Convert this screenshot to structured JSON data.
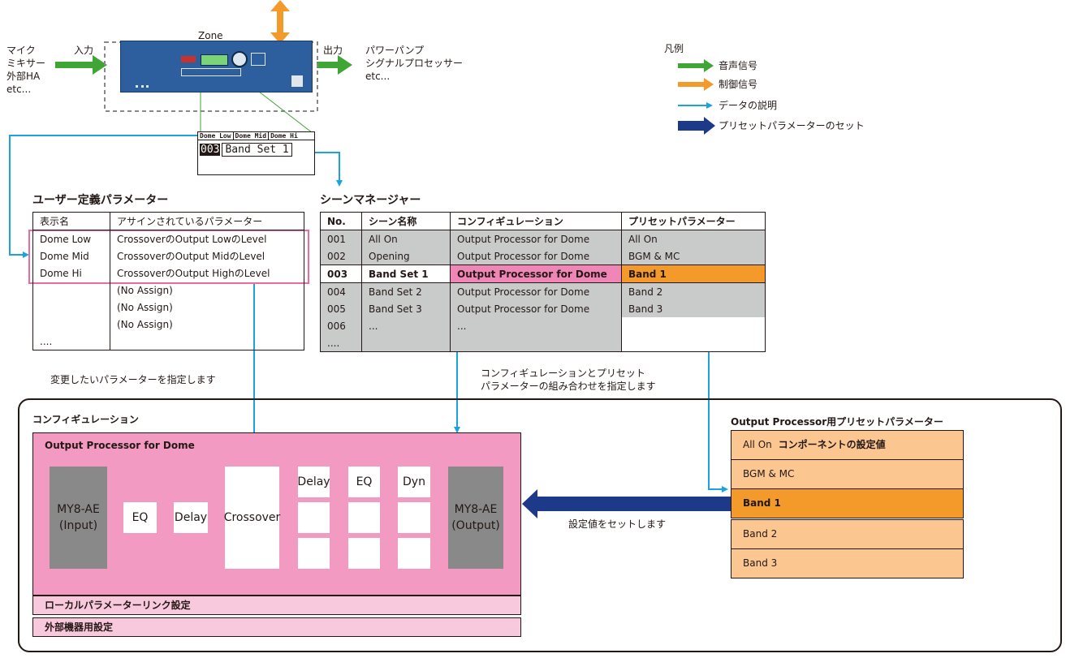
{
  "device": {
    "zone_label": "Zone",
    "input_label": "入力",
    "output_label": "出力",
    "sources": "マイク\nミキサー\n外部HA\netc...",
    "destinations": "パワーパンプ\nシグナルプロセッサー\netc...",
    "lcd_tabs": [
      "Dome Low",
      "Dome Mid",
      "Dome Hi"
    ],
    "lcd_scene_number": "003",
    "lcd_scene_name": "Band Set 1"
  },
  "legend": {
    "title": "凡例",
    "items": [
      {
        "label": "音声信号",
        "color": "#3fa535"
      },
      {
        "label": "制御信号",
        "color": "#f39a2b"
      },
      {
        "label": "データの説明",
        "color": "#1aa3e0"
      },
      {
        "label": "プリセットパラメーターのセット",
        "color": "#1d3a8a"
      }
    ]
  },
  "user_defined": {
    "title": "ユーザー定義パラメーター",
    "headers": [
      "表示名",
      "アサインされているパラメーター"
    ],
    "rows": [
      [
        "Dome Low",
        "CrossoverのOutput LowのLevel"
      ],
      [
        "Dome Mid",
        "CrossoverのOutput MidのLevel"
      ],
      [
        "Dome Hi",
        "CrossoverのOutput HighのLevel"
      ],
      [
        "",
        "(No Assign)"
      ],
      [
        "",
        "(No Assign)"
      ],
      [
        "",
        "(No Assign)"
      ],
      [
        "....",
        ""
      ]
    ],
    "note": "変更したいパラメーターを指定します"
  },
  "scene_manager": {
    "title": "シーンマネージャー",
    "headers": [
      "No.",
      "シーン名称",
      "コンフィギュレーション",
      "プリセットパラメーター"
    ],
    "rows": [
      [
        "001",
        "All On",
        "Output Processor for Dome",
        "All On"
      ],
      [
        "002",
        "Opening",
        "Output Processor for Dome",
        "BGM & MC"
      ],
      [
        "003",
        "Band Set 1",
        "Output Processor for Dome",
        "Band 1"
      ],
      [
        "004",
        "Band Set 2",
        "Output Processor for Dome",
        "Band 2"
      ],
      [
        "005",
        "Band Set 3",
        "Output Processor for Dome",
        "Band 3"
      ],
      [
        "006",
        "...",
        "...",
        ""
      ],
      [
        "....",
        "",
        "",
        ""
      ]
    ],
    "selected_row": 2,
    "note": "コンフィギュレーションとプリセット\nパラメーターの組み合わせを指定します"
  },
  "configuration": {
    "title": "コンフィギュレーション",
    "name": "Output Processor for Dome",
    "input_block": "MY8-AE\n(Input)",
    "output_block": "MY8-AE\n(Output)",
    "components": {
      "eq": "EQ",
      "delay": "Delay",
      "crossover": "Crossover",
      "out_delay": "Delay",
      "out_eq": "EQ",
      "out_dyn": "Dyn"
    },
    "bands": [
      "ローカルパラメーターリンク設定",
      "外部機器用設定"
    ]
  },
  "presets": {
    "title": "Output Processor用プリセットパラメーター",
    "first_item": "All On",
    "first_item_note": "コンポーネントの設定値",
    "items": [
      "BGM & MC",
      "Band 1",
      "Band 2",
      "Band 3"
    ],
    "selected_index": 1,
    "set_note": "設定値をセットします"
  }
}
